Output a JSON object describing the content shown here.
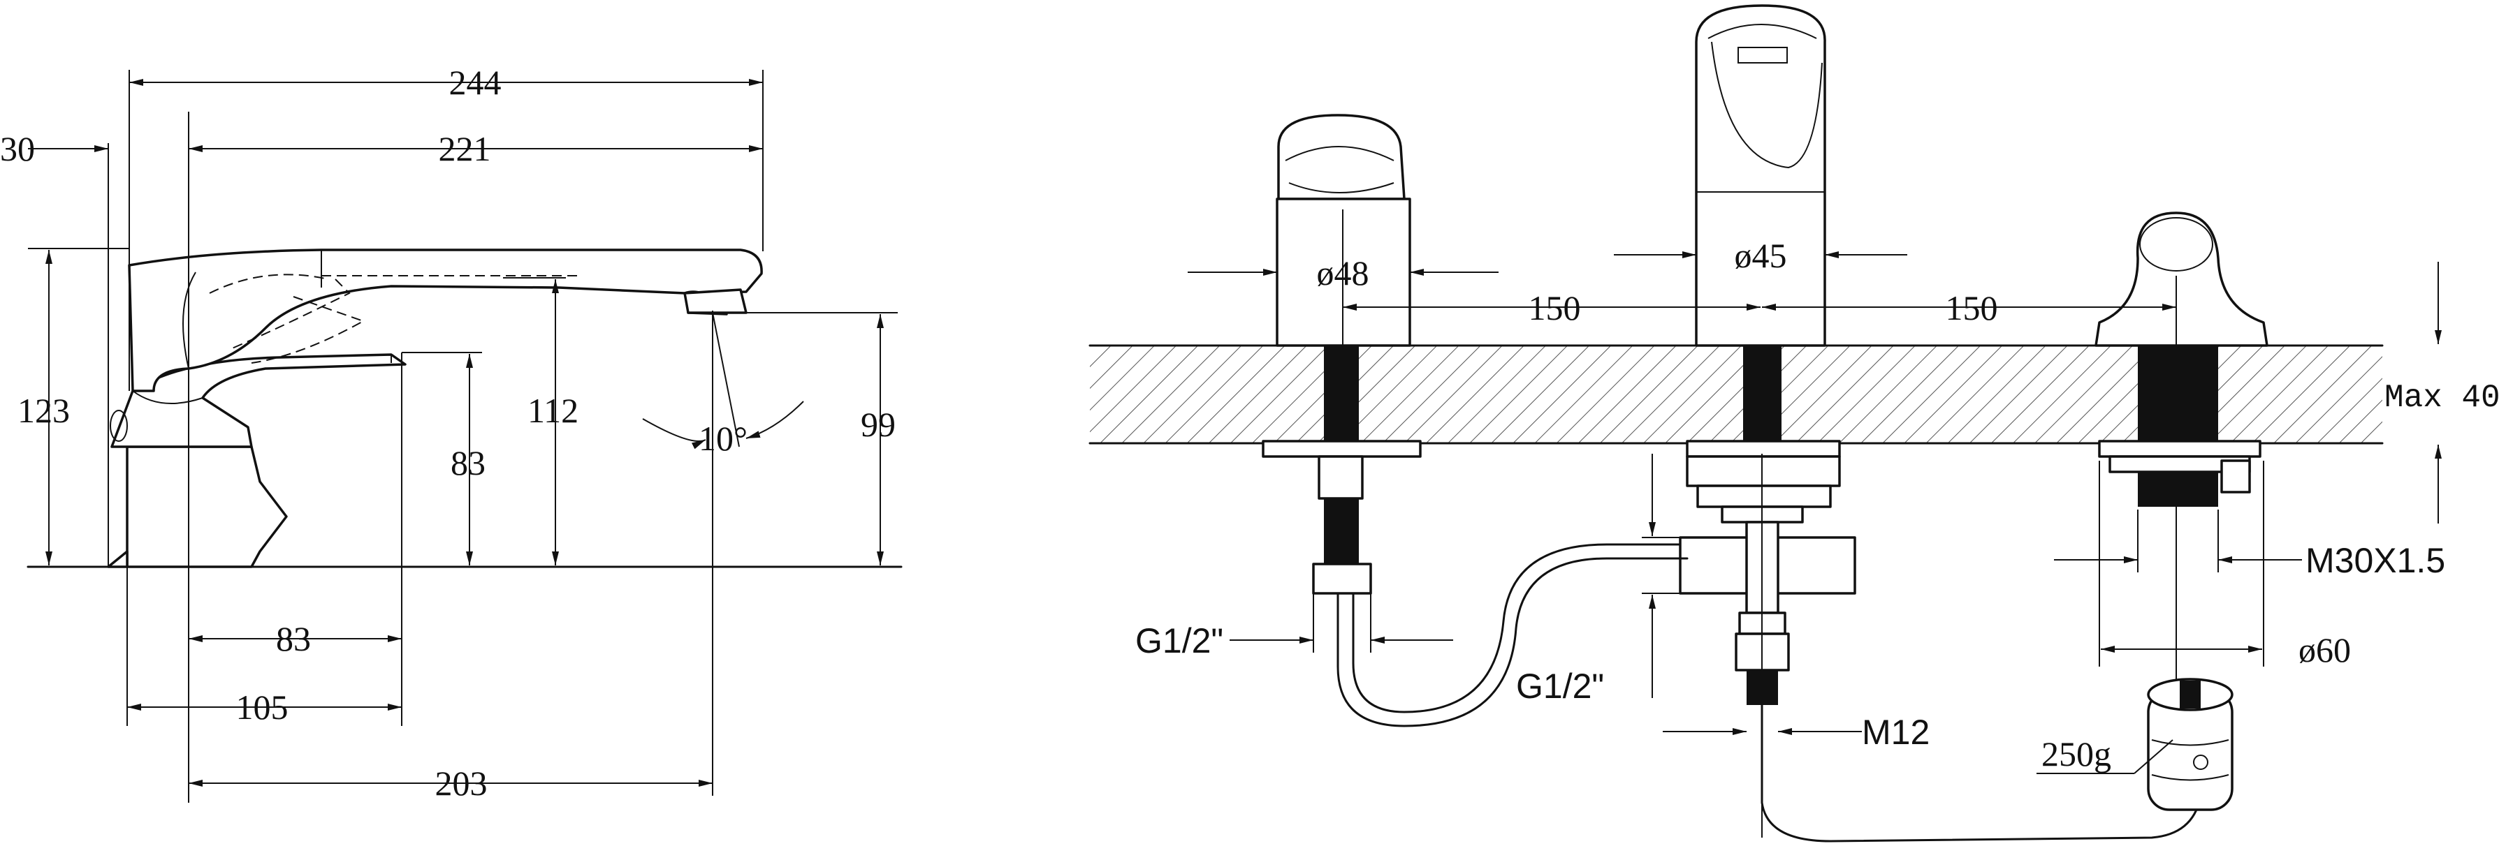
{
  "side_view": {
    "dims": {
      "d244": "244",
      "d221": "221",
      "d30": "30",
      "d123": "123",
      "d83v": "83",
      "d112": "112",
      "d99": "99",
      "d83h": "83",
      "d105": "105",
      "d203": "203",
      "angle": "10°"
    }
  },
  "front_view": {
    "diam48": "ø48",
    "diam45": "ø45",
    "spacing_left": "150",
    "spacing_right": "150",
    "max_deck": "Max 40",
    "thread_m30": "M30X1.5",
    "diam60": "ø60",
    "g12_left": "G1/2\"",
    "g12_mid": "G1/2\"",
    "m12": "M12",
    "weight": "250g"
  }
}
